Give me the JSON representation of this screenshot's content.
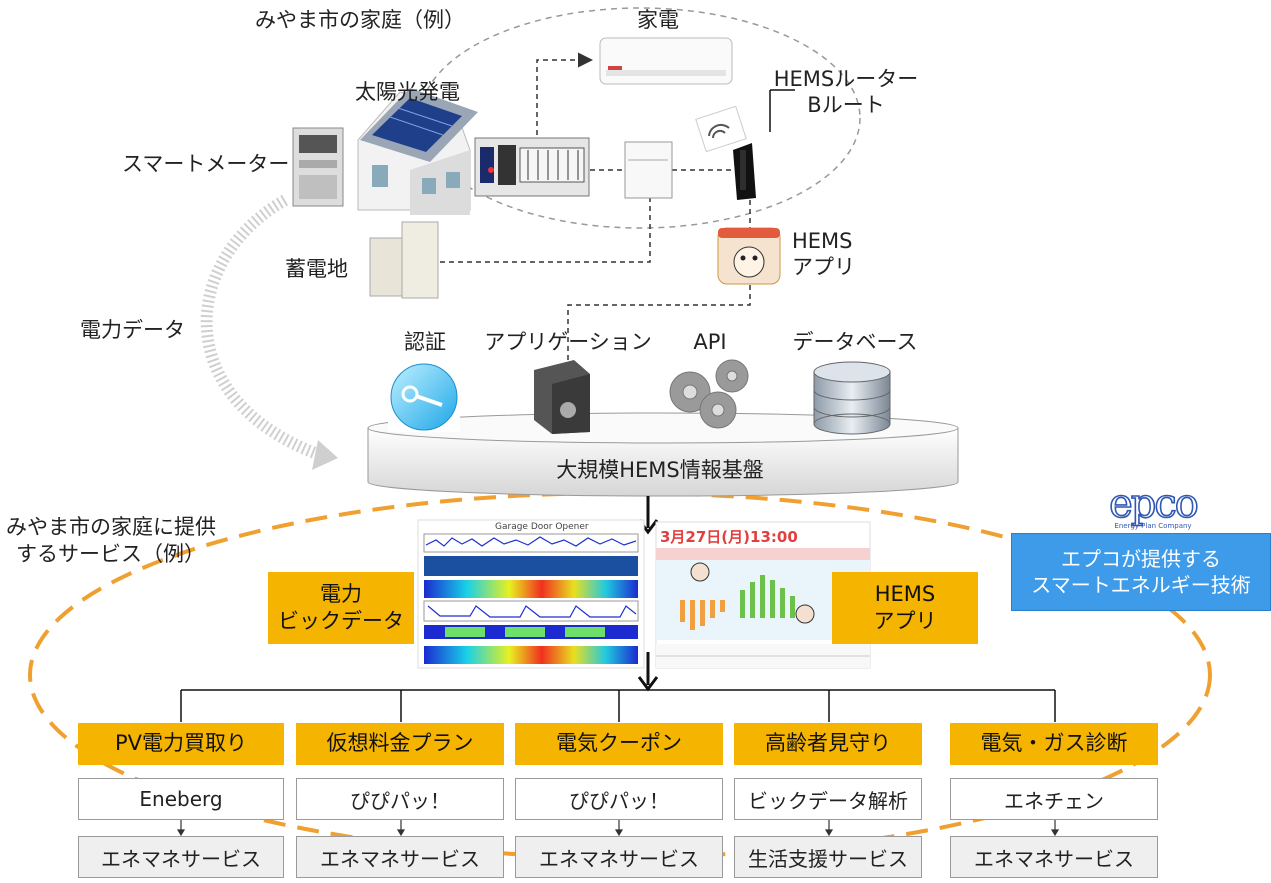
{
  "home": {
    "title": "みやま市の家庭（例）",
    "appliance": "家電",
    "solar": "太陽光発電",
    "smart_meter": "スマートメーター",
    "router_line1": "HEMSルーター",
    "router_line2": "Bルート",
    "battery": "蓄電地",
    "app_line1": "HEMS",
    "app_line2": "アプリ"
  },
  "power_data": "電力データ",
  "platform": {
    "name": "大規模HEMS情報基盤",
    "components": [
      "認証",
      "アプリゲーション",
      "API",
      "データベース"
    ]
  },
  "services_region": {
    "title_line1": "みやま市の家庭に提供",
    "title_line2": "するサービス（例）",
    "bigdata_line1": "電力",
    "bigdata_line2": "ビックデータ",
    "hems_line1": "HEMS",
    "hems_line2": "アプリ"
  },
  "epco": {
    "logo": "epco",
    "logo_sub": "Energy Plan Company",
    "box_line1": "エプコが提供する",
    "box_line2": "スマートエネルギー技術"
  },
  "chart_title": "Garage Door Opener",
  "app_date": "3月27日(月)13:00",
  "services": [
    {
      "name": "PV電力買取り",
      "tech": "Eneberg",
      "provider": "エネマネサービス"
    },
    {
      "name": "仮想料金プラン",
      "tech": "ぴぴパッ！",
      "provider": "エネマネサービス"
    },
    {
      "name": "電気クーポン",
      "tech": "ぴぴパッ！",
      "provider": "エネマネサービス"
    },
    {
      "name": "高齢者見守り",
      "tech": "ビックデータ解析",
      "provider": "生活支援サービス"
    },
    {
      "name": "電気・ガス診断",
      "tech": "エネチェン",
      "provider": "エネマネサービス"
    }
  ],
  "colors": {
    "accent": "#f5b400",
    "dash_orange": "#f0a030",
    "blue": "#3d9be9"
  }
}
